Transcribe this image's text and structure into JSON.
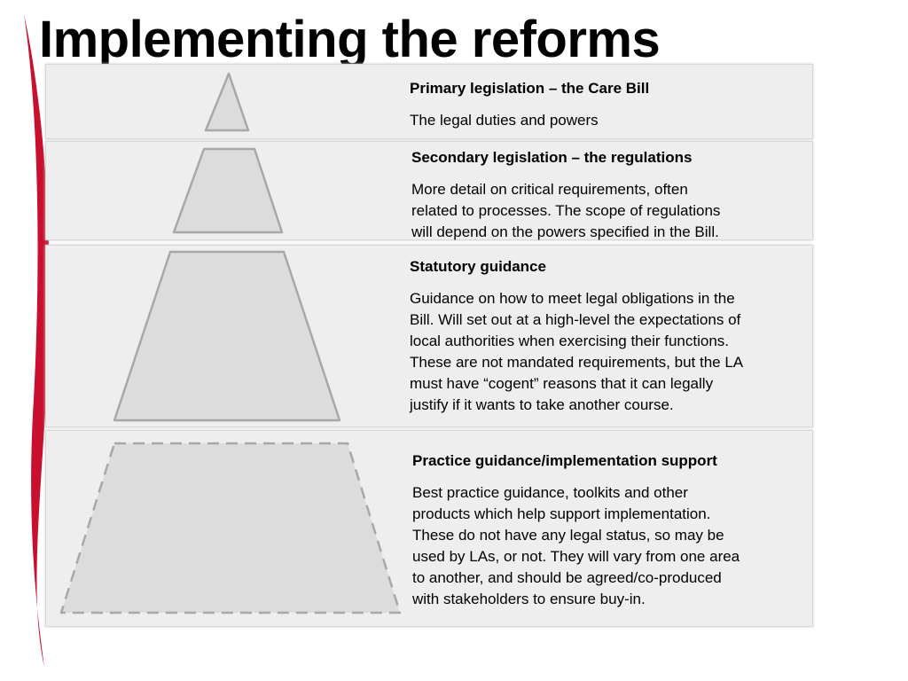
{
  "slide": {
    "title": "Implementing the reforms",
    "accent_color": "#c8102e"
  },
  "diagram": {
    "type": "pyramid-levels",
    "fill_color": "#dcdcdc",
    "outline_color": "#a8a8a8",
    "levels": [
      {
        "shape": "triangle",
        "outline": "solid",
        "heading": "Primary legislation – the Care Bill",
        "description": "The legal duties and powers"
      },
      {
        "shape": "trapezoid",
        "outline": "solid",
        "heading": "Secondary legislation – the regulations",
        "description": "More detail on critical requirements, often\nrelated to processes.  The scope of regulations\nwill depend on the powers specified in the Bill."
      },
      {
        "shape": "trapezoid",
        "outline": "solid",
        "heading": "Statutory guidance",
        "description": "Guidance on how to meet legal obligations in the\nBill.  Will set out at a high-level the expectations of\nlocal authorities when exercising their functions.\nThese are not mandated requirements, but the LA\nmust have “cogent” reasons that it can legally\njustify if it wants to take another course."
      },
      {
        "shape": "trapezoid",
        "outline": "dashed",
        "heading": "Practice guidance/implementation support",
        "description": "Best practice guidance, toolkits and other\nproducts which help support implementation.\nThese do not have any legal status, so may be\nused by LAs, or not.  They will vary from one area\nto another, and should be agreed/co-produced\nwith stakeholders to ensure buy-in."
      }
    ]
  }
}
